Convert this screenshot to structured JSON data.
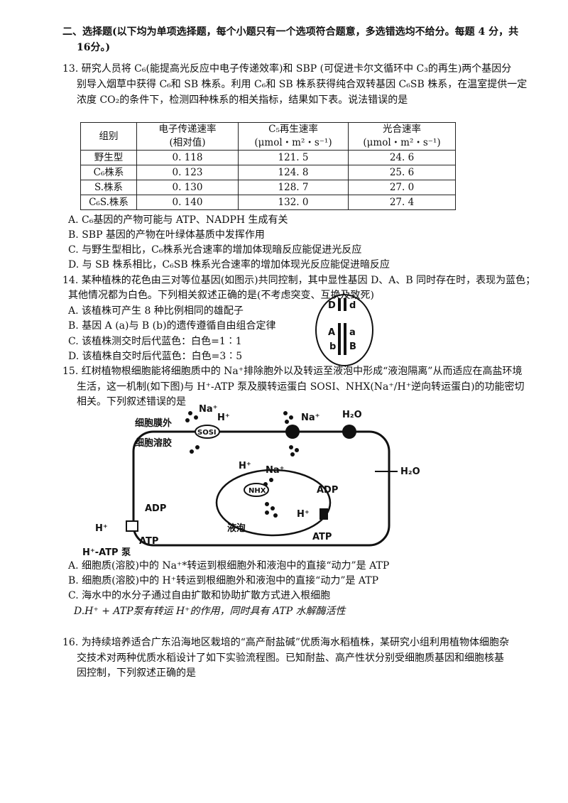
{
  "section": {
    "line1": "二、选择题(以下均为单项选择题，每个小题只有一个选项符合题意，多选错选均不给分。每题 4 分，共",
    "line2": "16分。)"
  },
  "q13": {
    "lines": [
      "13. 研究人员将 C₆(能提高光反应中电子传递效率)和 SBP (可促进卡尔文循环中 C₃的再生)两个基因分",
      "别导入烟草中获得 C₆和 SB 株系。利用 C₆和 SB 株系获得纯合双转基因 C₆SB 株系，在温室提供一定",
      "浓度 CO₂的条件下，检测四种株系的相关指标，结果如下表。说法错误的是"
    ],
    "table": {
      "headers": [
        [
          "组别",
          ""
        ],
        [
          "电子传递速率",
          "(相对值)"
        ],
        [
          "C₅再生速率",
          "(μmol・m²・s⁻¹)"
        ],
        [
          "光合速率",
          "(μmol・m²・s⁻¹)"
        ]
      ],
      "rows": [
        [
          "野生型",
          "0. 118",
          "121. 5",
          "24. 6"
        ],
        [
          "C₆株系",
          "0. 123",
          "124. 8",
          "25. 6"
        ],
        [
          "S.株系",
          "0. 130",
          "128. 7",
          "27. 0"
        ],
        [
          "C₆S.株系",
          "0. 140",
          "132. 0",
          "27. 4"
        ]
      ]
    },
    "options": [
      "A.  C₆基因的产物可能与 ATP、NADPH 生成有关",
      "B.  SBP 基因的产物在叶绿体基质中发挥作用",
      "C. 与野生型相比，C₆株系光合速率的增加体现暗反应能促进光反应",
      "D. 与 SB 株系相比，C₆SB 株系光合速率的增加体现光反应能促进暗反应"
    ]
  },
  "q14": {
    "lines": [
      "14. 某种植株的花色由三对等位基因(如图示)共同控制，其中显性基因 D、A、B 同时存在时，表现为蓝色；",
      "其他情况都为白色。下列相关叙述正确的是(不考虑突变、互换及致死)"
    ],
    "options": [
      "A. 该植株可产生 8 种比例相同的雄配子",
      "B. 基因 A (a)与 B (b)的遗传遵循自由组合定律",
      "C. 该植株测交时后代蓝色：白色=1∶1",
      "D. 该植株自交时后代蓝色：白色=3∶5"
    ],
    "figure": {
      "labels": [
        "D",
        "d",
        "A",
        "a",
        "b",
        "B"
      ]
    }
  },
  "q15": {
    "lines": [
      "15. 红树植物根细胞能将细胞质中的 Na⁺排除胞外以及转运至液泡中形成“液泡隔离”从而适应在高盐环境",
      "生活，这一机制(如下图)与 H⁺-ATP 泵及膜转运蛋白 SOSI、NHX(Na⁺/H⁺逆向转运蛋白)的功能密切",
      "相关。下列叙述错误的是"
    ],
    "diagram": {
      "outside": "细胞膜外",
      "cytosol": "细胞溶胶",
      "sosi": "SOSI",
      "nhx": "NHX",
      "vacuole": "液泡",
      "pump": "H⁺-ATP 泵",
      "h": "H⁺",
      "na": "Na⁺",
      "h2o": "H₂O",
      "adp": "ADP",
      "atp": "ATP"
    },
    "options": [
      "A. 细胞质(溶胶)中的 Na⁺*转运到根细胞外和液泡中的直接“动力”是 ATP",
      "B. 细胞质(溶胶)中的 H⁺转运到根细胞外和液泡中的直接“动力”是 ATP",
      "C. 海水中的水分子通过自由扩散和协助扩散方式进入根细胞",
      "D.H⁺ + ATP泵有转运 H⁺的作用，同时具有 ATP 水解酶活性"
    ]
  },
  "q16": {
    "lines": [
      "16. 为持续培养适合广东沿海地区栽培的“高产耐盐碱”优质海水稻植株，某研究小组利用植物体细胞杂",
      "交技术对两种优质水稻设计了如下实验流程图。已知耐盐、高产性状分别受细胞质基因和细胞核基",
      "因控制，下列叙述正确的是"
    ]
  }
}
